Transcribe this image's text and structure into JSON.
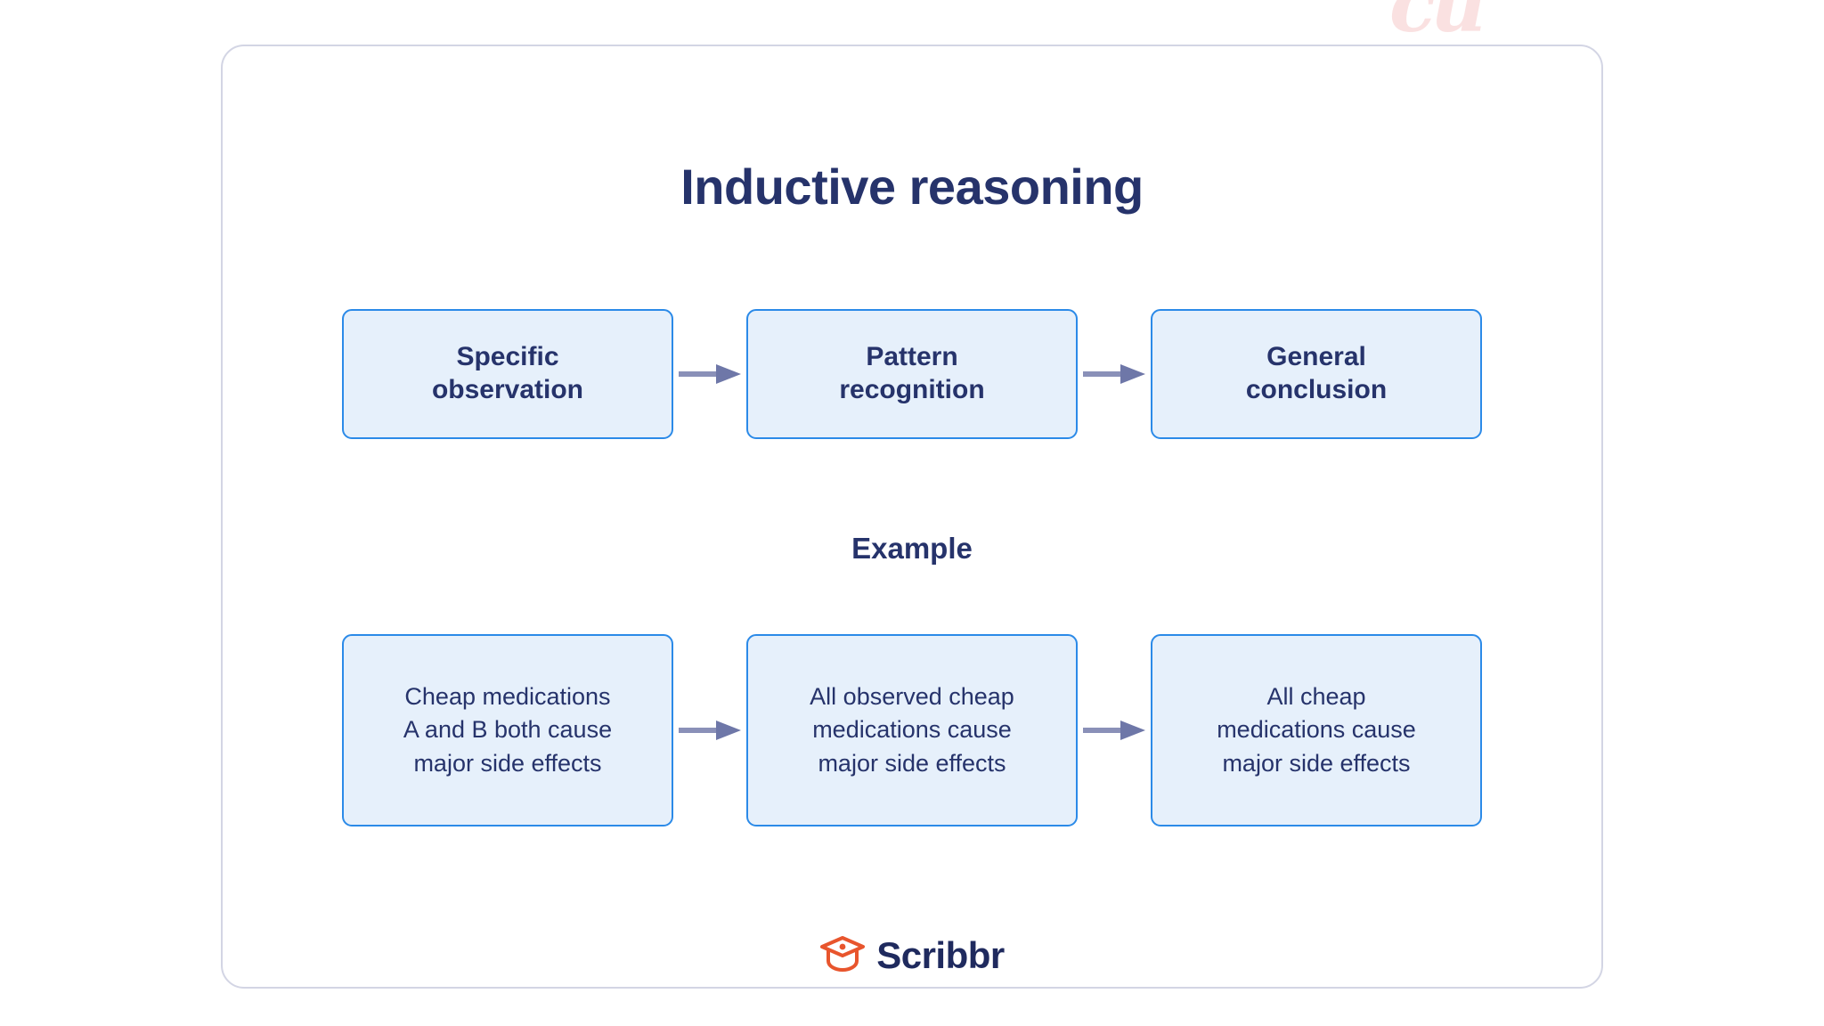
{
  "page": {
    "title": "Inductive reasoning",
    "example_label": "Example",
    "watermark_text": "cu"
  },
  "colors": {
    "title_navy": "#26336b",
    "node_border_blue": "#2b8ae8",
    "node_fill_blue": "#e6f0fb",
    "arrow_slate": "#8a90b8",
    "card_border": "#d3d5e4",
    "brand_orange": "#e8552d",
    "brand_navy": "#1f2a5e",
    "watermark_pink": "#f6c9c9",
    "background": "#ffffff"
  },
  "diagram": {
    "type": "process-flow",
    "rows": [
      {
        "id": "concept-row",
        "nodes": [
          {
            "id": "specific-observation",
            "text": "Specific\nobservation"
          },
          {
            "id": "pattern-recognition",
            "text": "Pattern\nrecognition"
          },
          {
            "id": "general-conclusion",
            "text": "General\nconclusion"
          }
        ],
        "connectors": [
          {
            "id": "arrow-1",
            "icon": "arrow-right-icon"
          },
          {
            "id": "arrow-2",
            "icon": "arrow-right-icon"
          }
        ]
      },
      {
        "id": "example-row",
        "nodes": [
          {
            "id": "example-observation",
            "text": "Cheap medications\nA and B both cause\nmajor side effects"
          },
          {
            "id": "example-pattern",
            "text": "All observed cheap\nmedications cause\nmajor side effects"
          },
          {
            "id": "example-conclusion",
            "text": "All cheap\nmedications cause\nmajor side effects"
          }
        ],
        "connectors": [
          {
            "id": "arrow-3",
            "icon": "arrow-right-icon"
          },
          {
            "id": "arrow-4",
            "icon": "arrow-right-icon"
          }
        ]
      }
    ]
  },
  "brand": {
    "name": "Scribbr",
    "icon": "graduation-cap-icon"
  }
}
